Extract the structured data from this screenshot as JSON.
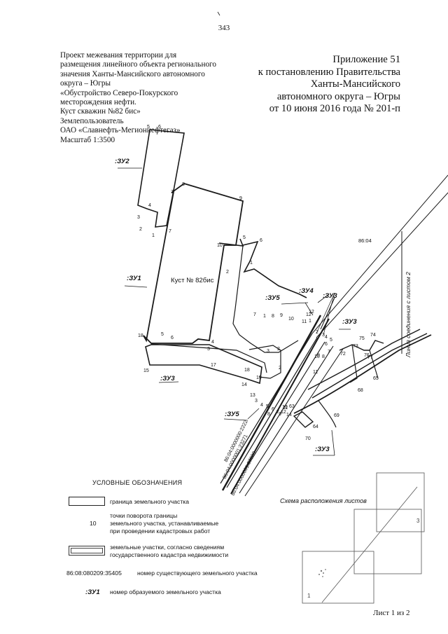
{
  "page_number": "343",
  "project_info": {
    "lines": [
      "Проект межевания территории для",
      "размещения линейного объекта регионального",
      "значения Ханты-Мансийского автономного",
      "округа – Югры",
      "«Обустройство Северо-Покурского",
      "месторождения нефти.",
      " Куст скважин №82 бис»",
      "Землепользователь",
      "ОАО «Славнефть-Мегионнефтегаз»",
      "Масштаб 1:3500"
    ]
  },
  "appendix": {
    "lines": [
      "Приложение 51",
      "к постановлению Правительства",
      "Ханты-Мансийского",
      "автономного округа – Югры",
      "от 10 июня 2016 года № 201-п"
    ]
  },
  "map": {
    "pad_label": "Куст № 82бис",
    "zu_labels": [
      ":ЗУ2",
      ":ЗУ1",
      ":ЗУ3",
      ":ЗУ5",
      ":ЗУ4",
      ":ЗУ3",
      ":ЗУ3",
      ":ЗУ5",
      ":ЗУ3"
    ],
    "point_labels": [
      "5",
      "6",
      "4",
      "3",
      "2",
      "1",
      "7",
      "8",
      "7",
      "9",
      "10",
      "5",
      "6",
      "1",
      "2",
      "3",
      "4",
      "5",
      "6",
      "18",
      "15",
      "17",
      "3",
      "2",
      "18",
      "19",
      "14",
      "13",
      "12",
      "11",
      "10",
      "9",
      "8",
      "7",
      "1",
      "2",
      "3",
      "4",
      "5",
      "6",
      "7",
      "8",
      "9",
      "10",
      "11",
      "12",
      "1",
      "2",
      "3",
      "4",
      "5",
      "6",
      "7",
      "8",
      "9",
      "10",
      "11",
      "12",
      "14",
      "63",
      "64",
      "70",
      "69",
      "68",
      "65",
      "72",
      "73",
      "75",
      "74",
      "77",
      "76"
    ],
    "cadastral_numbers": [
      "86:04",
      "86:04:0000000:2222",
      "86:04:0000001:23271",
      "86:04:0000001:97609"
    ],
    "link_line_label": "Линия соединения с листом 2"
  },
  "legend": {
    "title": "УСЛОВНЫЕ ОБОЗНАЧЕНИЯ",
    "boundary_text": "граница земельного участка",
    "point_sample": "10",
    "point_text": [
      "точки поворота границы",
      "земельного участка, устанавливаемые",
      "при проведении кадастровых работ"
    ],
    "cadastre_text": [
      "земельные участки, согласно сведениям",
      "государственного кадастра недвижимости"
    ],
    "existing_code": "86:08:080209:35405",
    "existing_text": "номер существующего земельного участка",
    "new_code": ":ЗУ1",
    "new_text": "номер образуемого земельного участка"
  },
  "scheme": {
    "caption": "Схема расположения листов",
    "sheet_labels": [
      "1",
      "3"
    ]
  },
  "sheet_counter": "Лист 1 из 2"
}
